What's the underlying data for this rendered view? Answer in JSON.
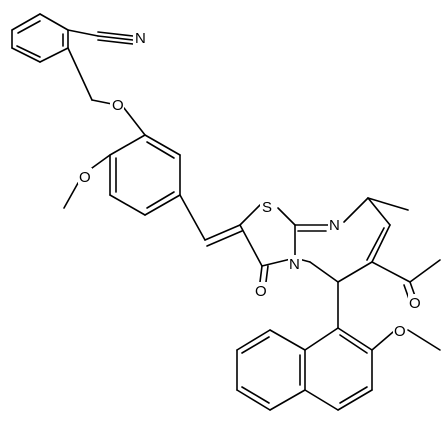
{
  "diagram": {
    "atoms": {
      "nitrile_n": "N",
      "ether_o": "O",
      "methoxy_o1": "O",
      "thiazole_s": "S",
      "pyrimidine_n": "N",
      "ring_fusion_n": "N",
      "carbonyl_o": "O",
      "acetyl_o": "O",
      "methoxy_o2": "O"
    }
  }
}
